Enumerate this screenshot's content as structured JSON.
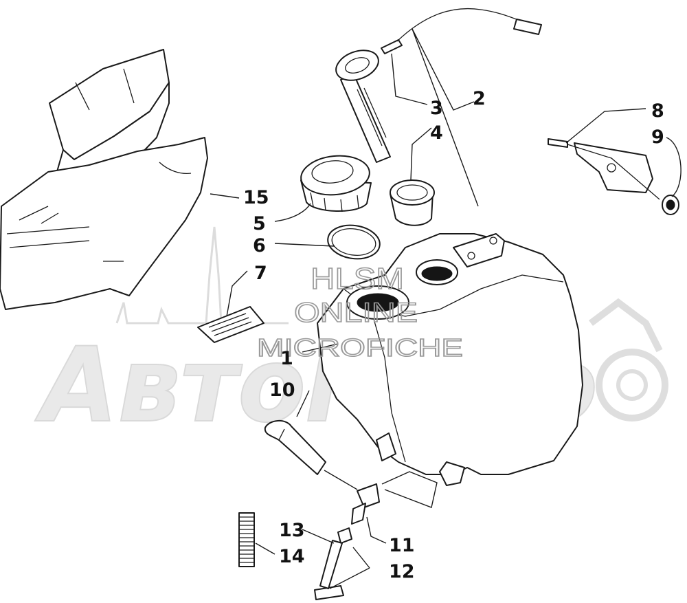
{
  "watermark": {
    "hlsm_lines": [
      "HLSM",
      "ONLINE",
      "MICROFICHE"
    ],
    "brand": "АвтоМото"
  },
  "callouts": [
    {
      "id": "1",
      "label": "1"
    },
    {
      "id": "2",
      "label": "2"
    },
    {
      "id": "3",
      "label": "3"
    },
    {
      "id": "4",
      "label": "4"
    },
    {
      "id": "5",
      "label": "5"
    },
    {
      "id": "6",
      "label": "6"
    },
    {
      "id": "7",
      "label": "7"
    },
    {
      "id": "8",
      "label": "8"
    },
    {
      "id": "9",
      "label": "9"
    },
    {
      "id": "10",
      "label": "10"
    },
    {
      "id": "11",
      "label": "11"
    },
    {
      "id": "12",
      "label": "12"
    },
    {
      "id": "13",
      "label": "13"
    },
    {
      "id": "14",
      "label": "14"
    },
    {
      "id": "15",
      "label": "15"
    }
  ],
  "colors": {
    "line": "#1a1a1a",
    "watermark": "#d9d9d9",
    "background": "#ffffff"
  }
}
